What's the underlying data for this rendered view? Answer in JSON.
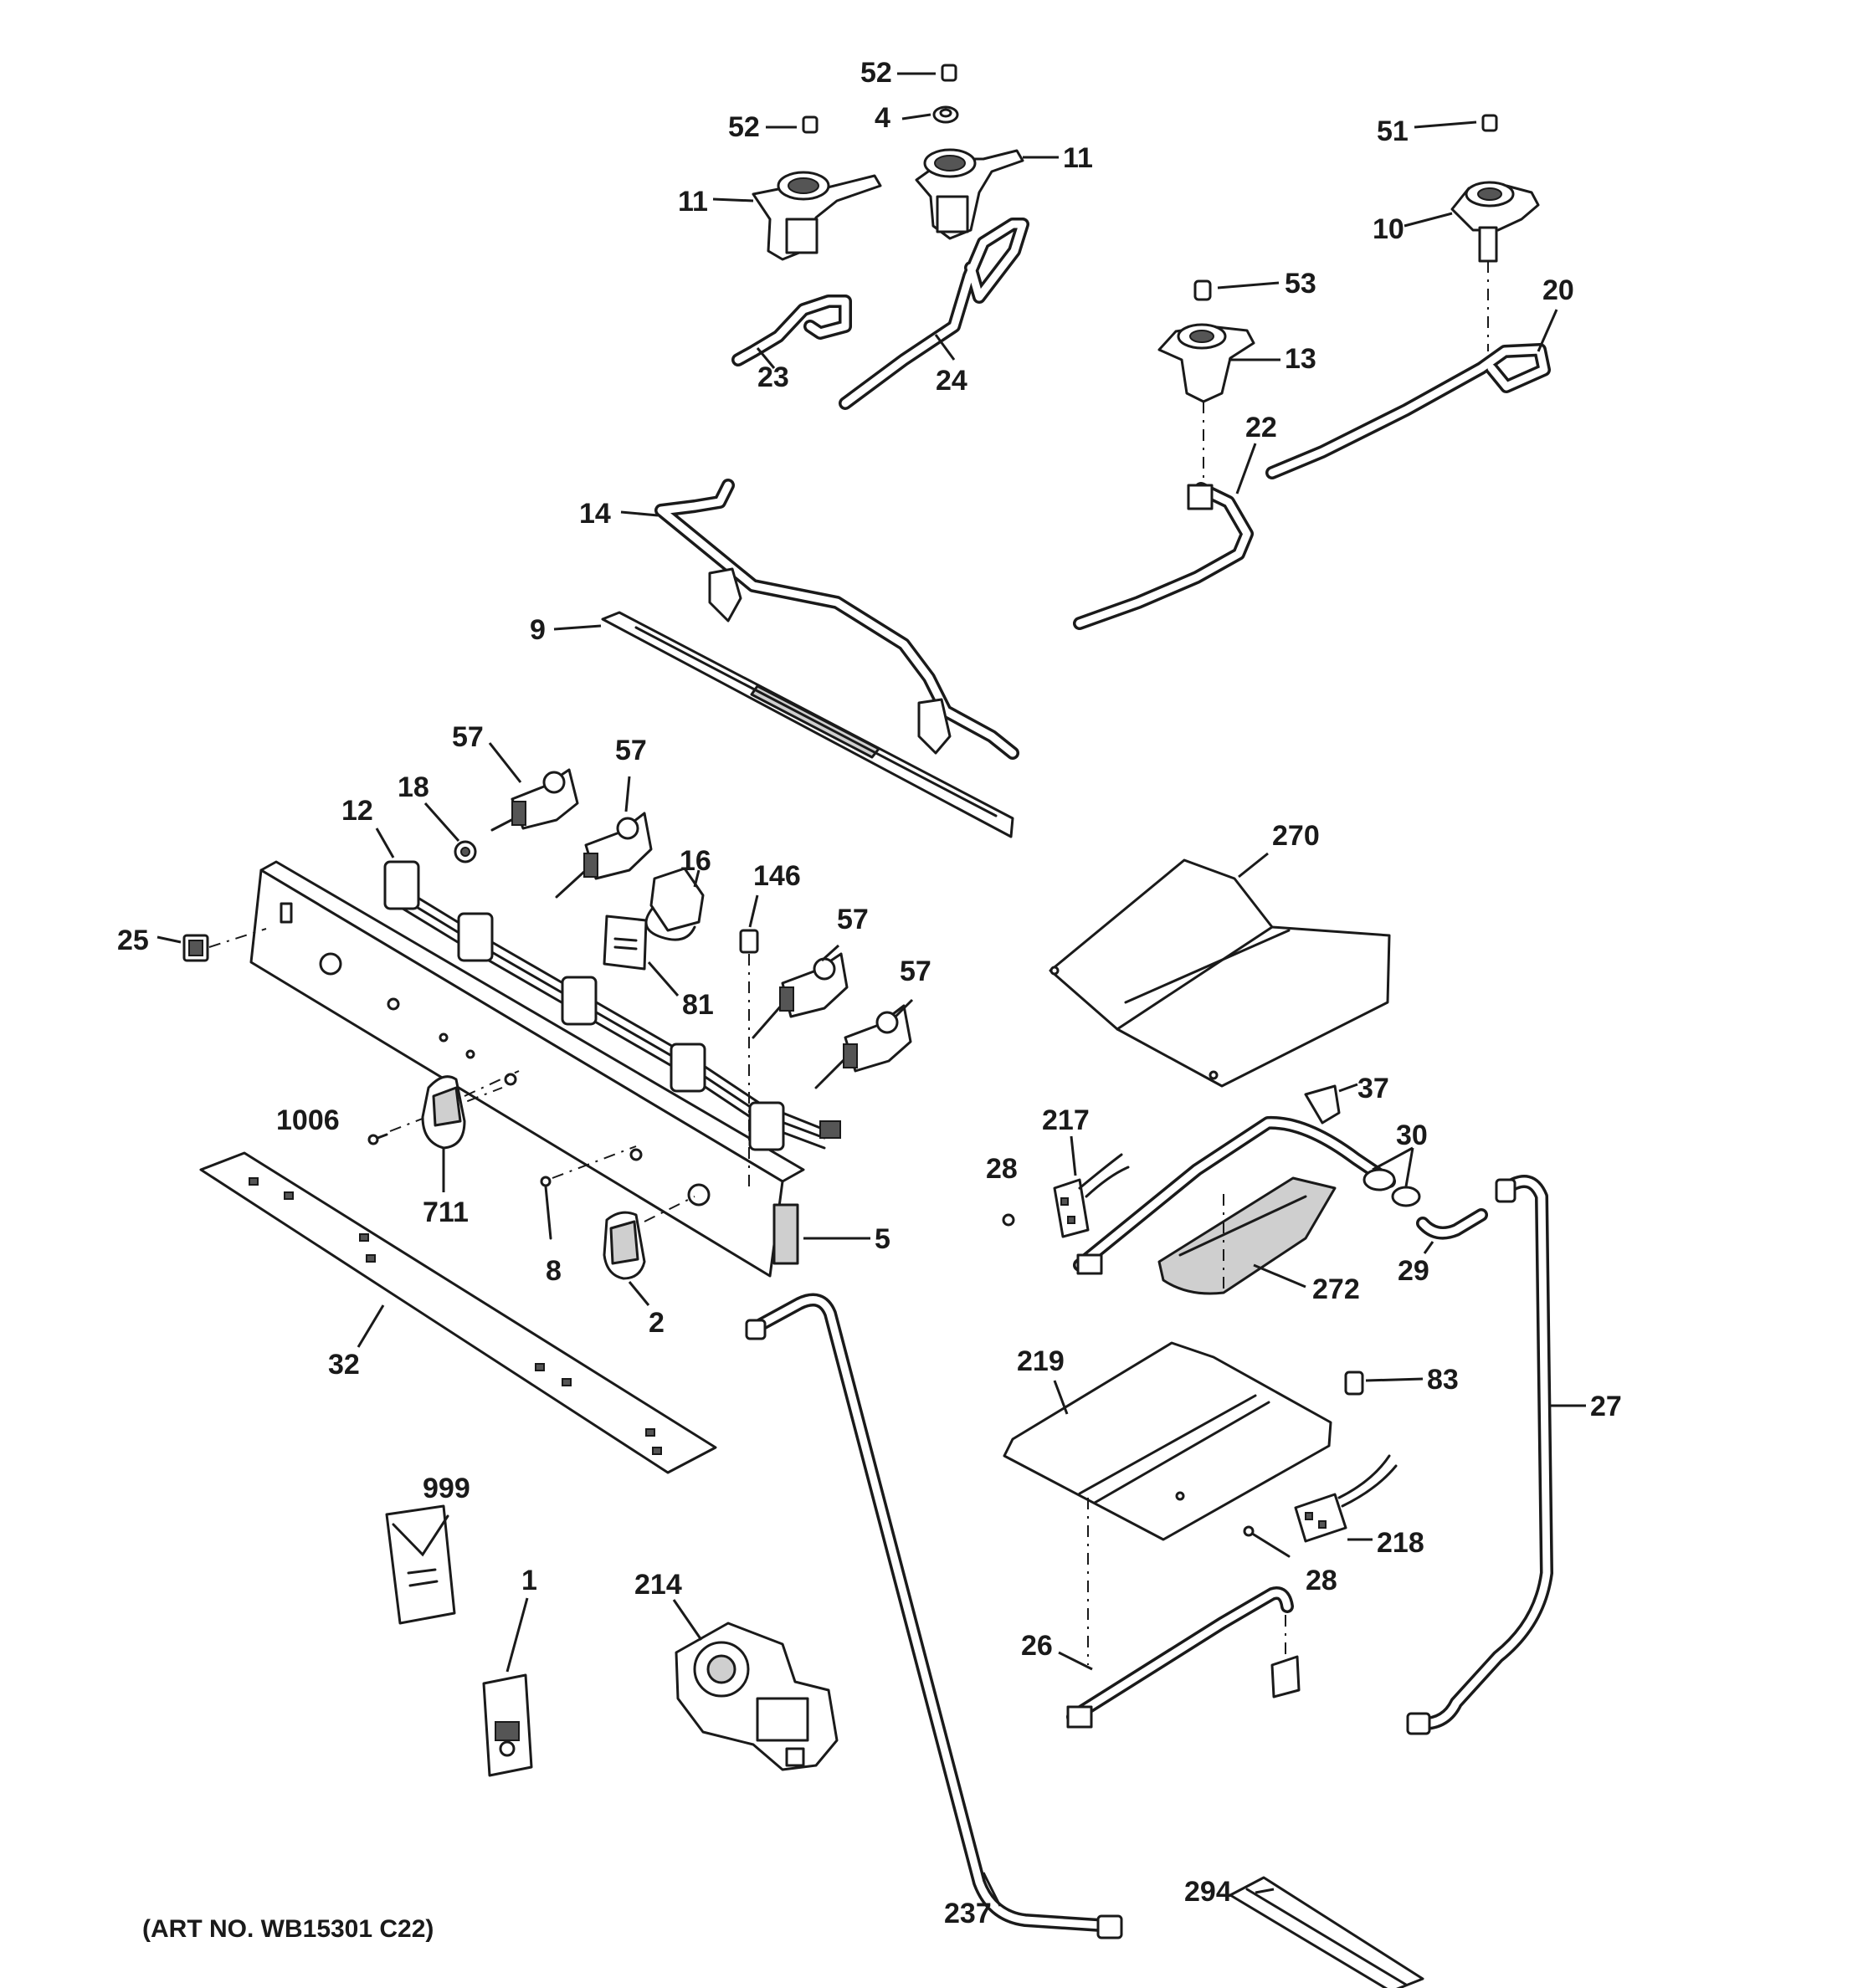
{
  "labels": {
    "l52a": "52",
    "l52b": "52",
    "l4": "4",
    "l51": "51",
    "l11a": "11",
    "l11b": "11",
    "l10": "10",
    "l53": "53",
    "l20": "20",
    "l13": "13",
    "l23": "23",
    "l24": "24",
    "l22": "22",
    "l14": "14",
    "l9": "9",
    "l57a": "57",
    "l57b": "57",
    "l57c": "57",
    "l57d": "57",
    "l18": "18",
    "l12": "12",
    "l16": "16",
    "l146": "146",
    "l270": "270",
    "l25": "25",
    "l81": "81",
    "l37": "37",
    "l1006": "1006",
    "l30": "30",
    "l217": "217",
    "l28a": "28",
    "l711": "711",
    "l5": "5",
    "l8": "8",
    "l29": "29",
    "l272": "272",
    "l2": "2",
    "l219": "219",
    "l32": "32",
    "l83": "83",
    "l27": "27",
    "l999": "999",
    "l218": "218",
    "l28b": "28",
    "l214": "214",
    "l1": "1",
    "l26": "26",
    "l237": "237",
    "l294": "294"
  },
  "art_number": "(ART NO. WB15301 C22)"
}
